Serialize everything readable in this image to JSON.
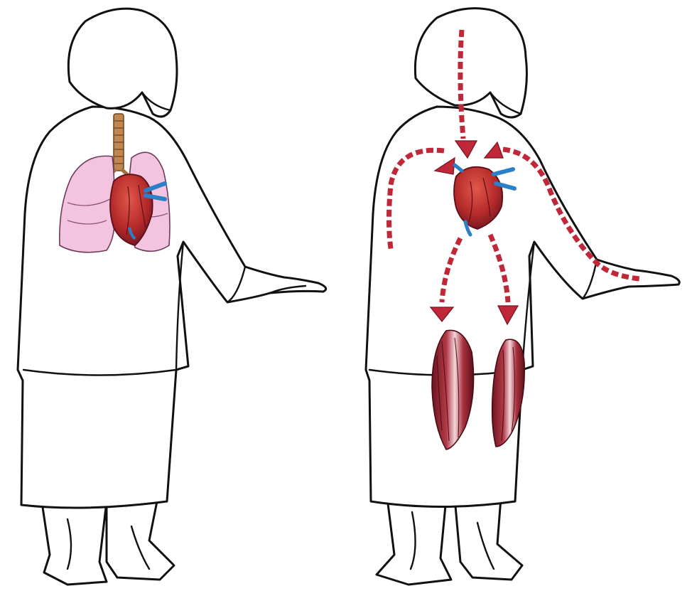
{
  "colors": {
    "outline": "#111111",
    "lung": "#f0c7e0",
    "heart": "#c0392b",
    "heart_dark": "#7a1420",
    "vessel_blue": "#2c7fc9",
    "trachea": "#a0703e",
    "arrow": "#c0283a",
    "muscle": "#9b2634"
  },
  "figures": [
    {
      "organs": [
        "lungs",
        "heart",
        "trachea"
      ]
    },
    {
      "organs": [
        "heart",
        "blood-flow-arrows",
        "thigh-muscles"
      ]
    }
  ]
}
